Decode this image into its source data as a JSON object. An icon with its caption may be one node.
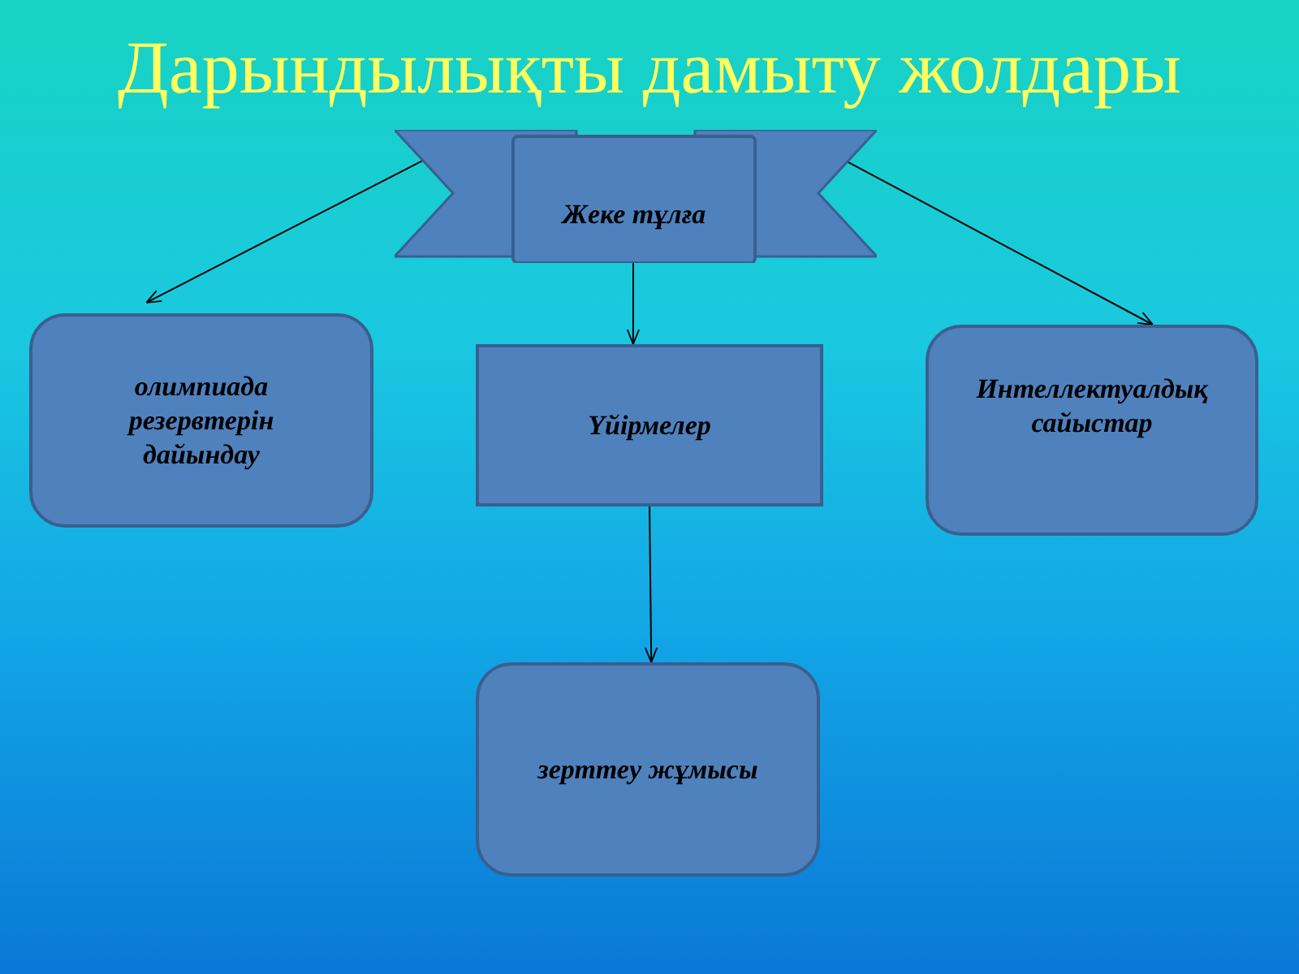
{
  "diagram": {
    "title": "Дарындылықты дамыту жолдары",
    "nodes": [
      {
        "text": [
          "Жеке тұлға"
        ]
      },
      {
        "text": [
          "олимпиада резервтерін дайындау"
        ]
      },
      {
        "text": [
          "Үйірмелер"
        ]
      },
      {
        "text": [
          "Интеллектуалдық сайыстар"
        ]
      },
      {
        "text": [
          "зерттеу жұмысы"
        ]
      }
    ],
    "edges": [
      {
        "from": 0,
        "to": 1,
        "arrow": "to"
      },
      {
        "from": 0,
        "to": 2,
        "arrow": "to"
      },
      {
        "from": 0,
        "to": 3,
        "arrow": "to"
      },
      {
        "from": 2,
        "to": 4,
        "arrow": "to"
      }
    ]
  }
}
